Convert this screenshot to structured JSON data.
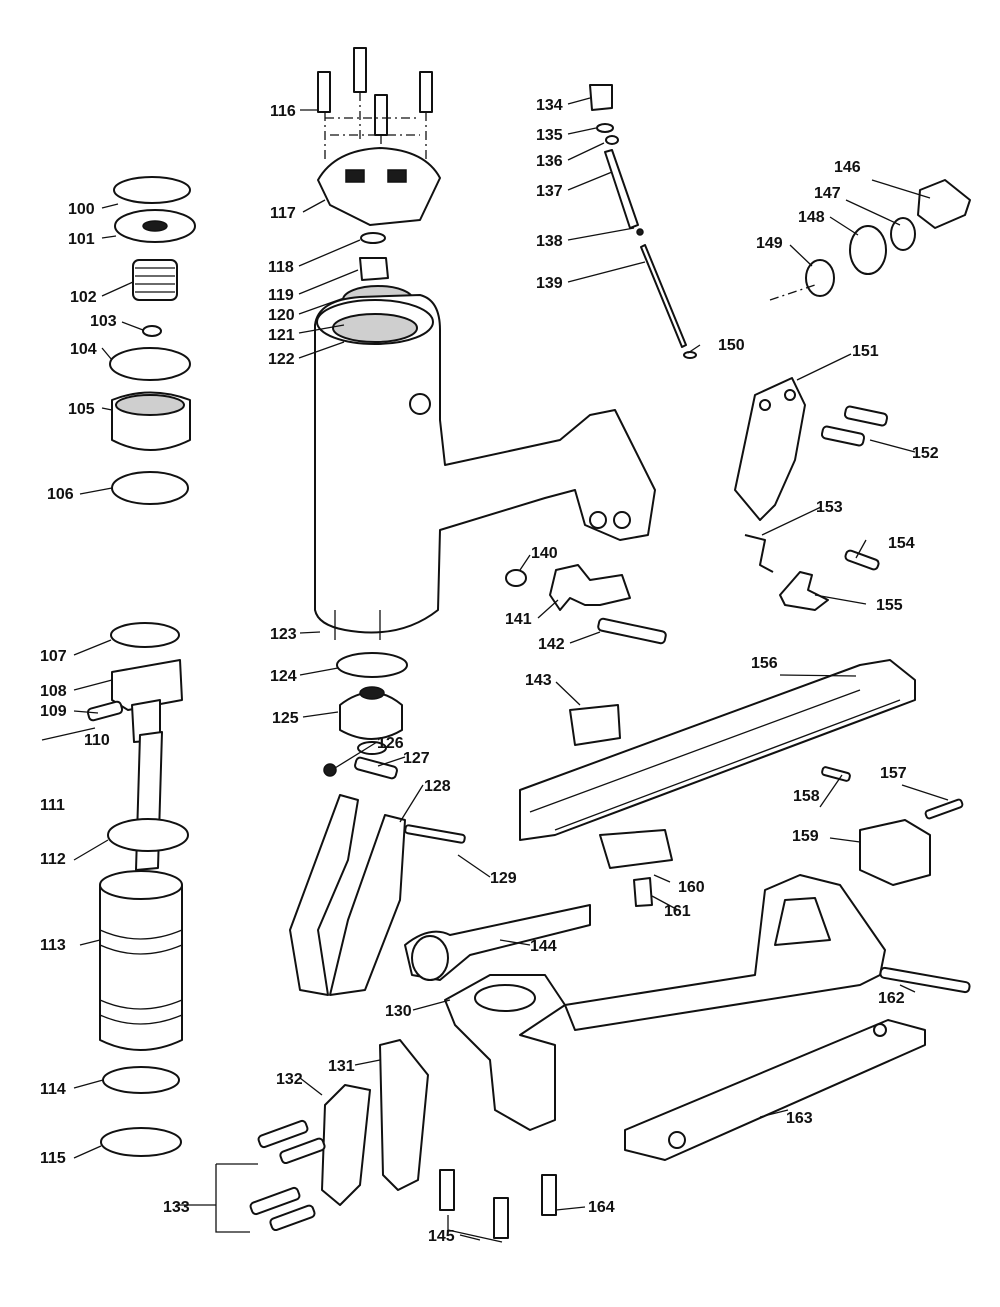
{
  "labels": {
    "p100": "100",
    "p101": "101",
    "p102": "102",
    "p103": "103",
    "p104": "104",
    "p105": "105",
    "p106": "106",
    "p107": "107",
    "p108": "108",
    "p109": "109",
    "p110": "110",
    "p111": "111",
    "p112": "112",
    "p113": "113",
    "p114": "114",
    "p115": "115",
    "p116": "116",
    "p117": "117",
    "p118": "118",
    "p119": "119",
    "p120": "120",
    "p121": "121",
    "p122": "122",
    "p123": "123",
    "p124": "124",
    "p125": "125",
    "p126": "126",
    "p127": "127",
    "p128": "128",
    "p129": "129",
    "p130": "130",
    "p131": "131",
    "p132": "132",
    "p133": "133",
    "p134": "134",
    "p135": "135",
    "p136": "136",
    "p137": "137",
    "p138": "138",
    "p139": "139",
    "p140": "140",
    "p141": "141",
    "p142": "142",
    "p143": "143",
    "p144": "144",
    "p145": "145",
    "p146": "146",
    "p147": "147",
    "p148": "148",
    "p149": "149",
    "p150": "150",
    "p151": "151",
    "p152": "152",
    "p153": "153",
    "p154": "154",
    "p155": "155",
    "p156": "156",
    "p157": "157",
    "p158": "158",
    "p159": "159",
    "p160": "160",
    "p161": "161",
    "p162": "162",
    "p163": "163",
    "p164": "164"
  }
}
